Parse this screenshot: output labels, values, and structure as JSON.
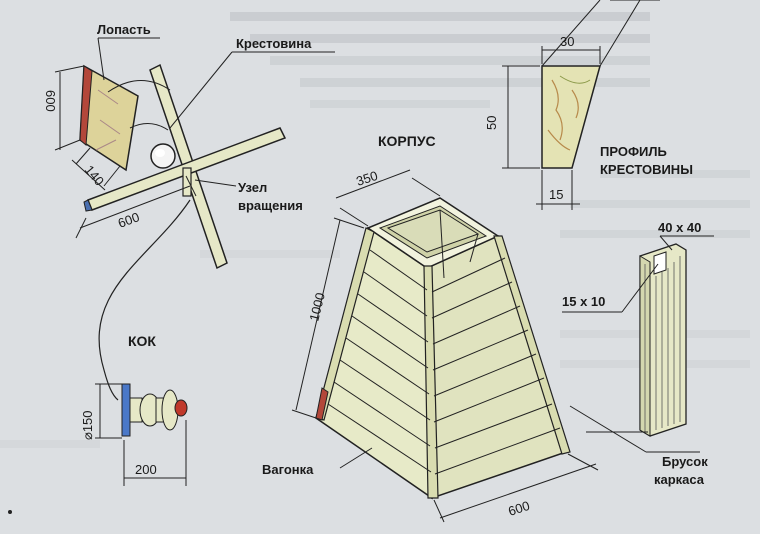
{
  "labels": {
    "blade": "Лопасть",
    "cross": "Крестовина",
    "body": "КОРПУС",
    "cross_profile_line1": "ПРОФИЛЬ",
    "cross_profile_line2": "КРЕСТОВИНЫ",
    "pivot_line1": "Узел",
    "pivot_line2": "вращения",
    "cap": "КОК",
    "lining": "Вагонка",
    "frame_bar_line1": "Брусок",
    "frame_bar_line2": "каркаса"
  },
  "dimensions": {
    "blade_height": "600",
    "blade_width": "140",
    "cross_length": "600",
    "profile_width": "30",
    "profile_height": "50",
    "profile_bottom": "15",
    "body_top": "350",
    "body_height": "1000",
    "body_base": "600",
    "bar_section": "40 x 40",
    "groove_section": "15 x 10",
    "cap_diameter": "⌀150",
    "cap_length": "200"
  },
  "colors": {
    "paper": "#dcdfe2",
    "wood": "#e6e8c7",
    "wood_dark": "#c9cb9f",
    "outline": "#222222",
    "blade": "#ddd39a",
    "blade_red": "#b3473a",
    "cap_blue": "#4a78c8",
    "cap_red": "#c0392b"
  }
}
